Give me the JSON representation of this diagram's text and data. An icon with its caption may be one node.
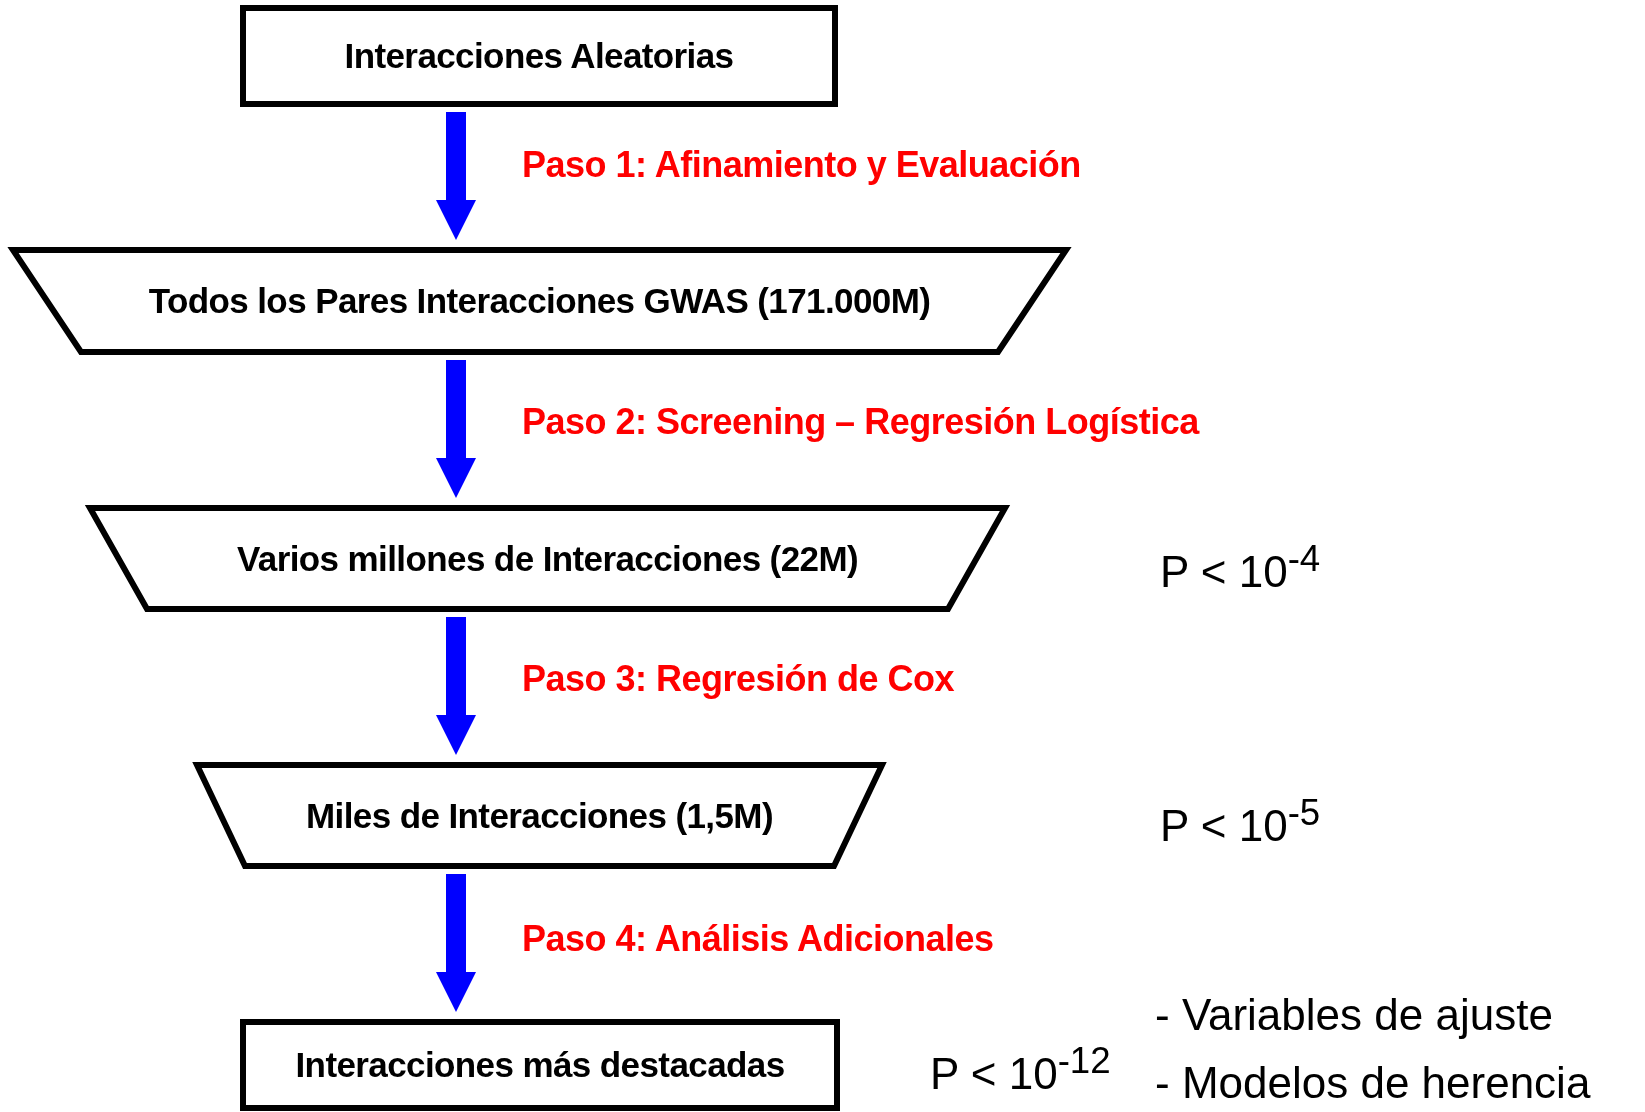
{
  "diagram": {
    "nodes": [
      {
        "text": [
          "Interacciones Aleatorias"
        ]
      },
      {
        "text": [
          "Todos los Pares Interacciones GWAS (171.000M)"
        ]
      },
      {
        "text": [
          "Varios millones de Interacciones (22M)"
        ]
      },
      {
        "text": [
          "Miles de Interacciones (1,5M)"
        ]
      },
      {
        "text": [
          "Interacciones más destacadas"
        ]
      }
    ],
    "edges": [
      {
        "from": 0,
        "to": 1,
        "arrow": "to",
        "label": "Paso 1: Afinamiento y Evaluación"
      },
      {
        "from": 1,
        "to": 2,
        "arrow": "to",
        "label": "Paso 2: Screening – Regresión Logística"
      },
      {
        "from": 2,
        "to": 3,
        "arrow": "to",
        "label": "Paso 3: Regresión de Cox"
      },
      {
        "from": 3,
        "to": 4,
        "arrow": "to",
        "label": "Paso 4: Análisis Adicionales"
      }
    ],
    "labels": [
      "P < 10$^{-4}$",
      "P < 10$^{-5}$",
      "- Variables de ajuste",
      "P < 10$^{-12}$",
      "- Modelos de herencia"
    ]
  }
}
